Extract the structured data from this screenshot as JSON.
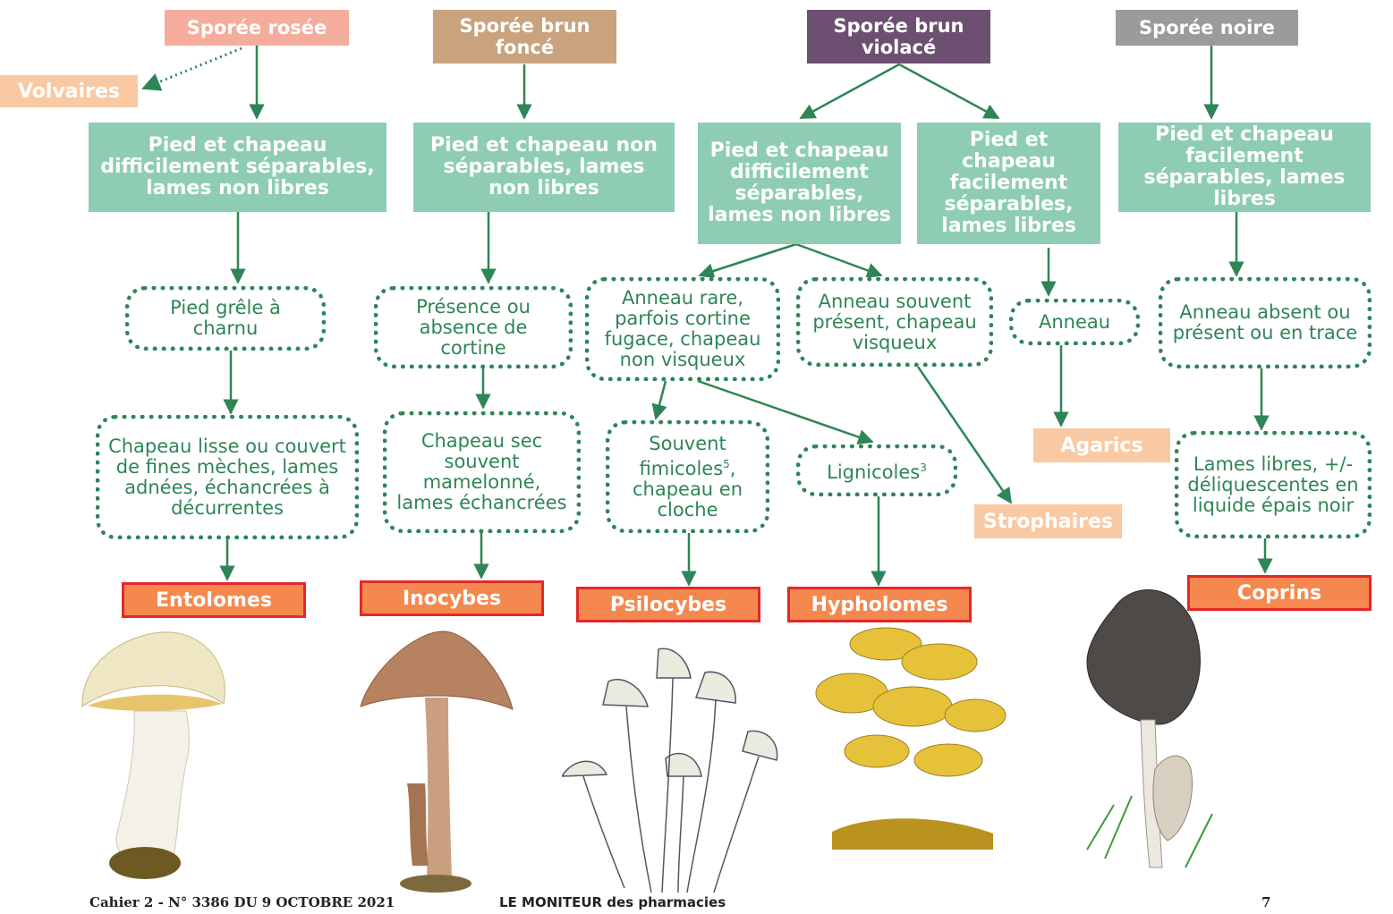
{
  "spore_headers": {
    "rosee": "Sporée rosée",
    "brun_fonce": "Sporée brun foncé",
    "brun_violace": "Sporée brun violacé",
    "noire": "Sporée noire"
  },
  "side_label": "Volvaires",
  "criteria": {
    "c1": "Pied et chapeau difficilement séparables, lames non libres",
    "c2": "Pied et chapeau non séparables, lames non libres",
    "c3": "Pied et chapeau difficilement séparables, lames non libres",
    "c4": "Pied et chapeau facilement séparables, lames libres",
    "c5": "Pied et chapeau facilement séparables, lames libres"
  },
  "features": {
    "f1": "Pied grêle à charnu",
    "f2": "Présence ou absence de cortine",
    "f3": "Anneau rare, parfois cortine fugace, chapeau non visqueux",
    "f4": "Anneau souvent présent, chapeau visqueux",
    "f5": "Anneau",
    "f6": "Anneau absent ou présent ou en trace"
  },
  "details": {
    "d1": "Chapeau lisse ou couvert de fines mèches, lames adnées, échancrées à décurrentes",
    "d2": "Chapeau sec souvent mamelonné, lames échancrées",
    "d3_text": "Souvent fimicoles",
    "d3_sup": "5",
    "d3_rest": ", chapeau en cloche",
    "d4_text": "Lignicoles",
    "d4_sup": "3",
    "d5": "Lames libres, +/- déliquescentes en liquide épais noir"
  },
  "genera": {
    "entolomes": "Entolomes",
    "inocybes": "Inocybes",
    "psilocybes": "Psilocybes",
    "hypholomes": "Hypholomes",
    "coprins": "Coprins",
    "agarics": "Agarics",
    "strophaires": "Strophaires"
  },
  "footer": {
    "issue": "Cahier 2 - N° 3386 DU 9 OCTOBRE 2021",
    "magazine": "LE MONITEUR des pharmacies",
    "page": "7"
  },
  "colors": {
    "rosee": "#f4ad9c",
    "brun_fonce": "#c9a27e",
    "brun_violace": "#6d4f72",
    "noire": "#9b9b9b",
    "green_box": "#8ecdb2",
    "arrow": "#2e8555",
    "peach": "#f9c9a3",
    "orange": "#f5884e",
    "orange_border": "#e2282a"
  }
}
